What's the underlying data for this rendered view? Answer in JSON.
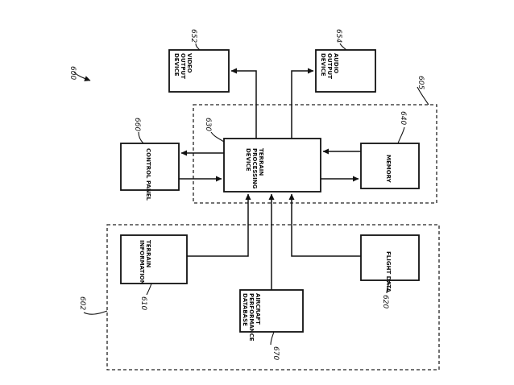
{
  "refs": {
    "figure": "600",
    "outer_group": "602",
    "inner_group": "605",
    "terrain_processing": "630",
    "memory": "640",
    "video_output": "652",
    "audio_output": "654",
    "control_panel": "660",
    "terrain_information": "610",
    "aircraft_performance": "670",
    "flight_data": "620"
  },
  "blocks": {
    "video_output": [
      "VIDEO",
      "OUTPUT",
      "DEVICE"
    ],
    "audio_output": [
      "AUDIO",
      "OUTPUT",
      "DEVICE"
    ],
    "control_panel": [
      "CONTROL PANEL"
    ],
    "terrain_processing": [
      "TERRAIN",
      "PROCESSING",
      "DEVICE"
    ],
    "memory": [
      "MEMORY"
    ],
    "terrain_information": [
      "TERRAIN",
      "INFORMATION"
    ],
    "aircraft_performance": [
      "AIRCRAFT",
      "PERFORMANCE",
      "DATABASE"
    ],
    "flight_data": [
      "FLIGHT DATA"
    ]
  },
  "colors": {
    "ink": "#111111",
    "background": "#ffffff"
  }
}
